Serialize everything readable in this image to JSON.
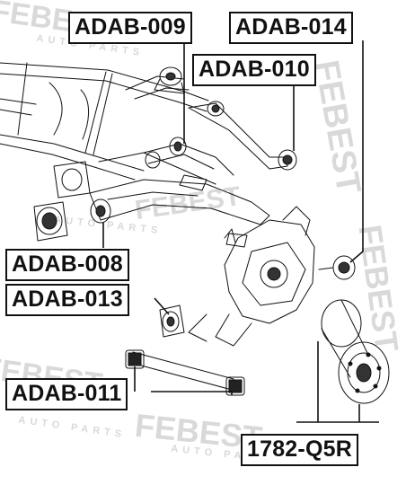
{
  "callouts": {
    "adab_009": "ADAB-009",
    "adab_014": "ADAB-014",
    "adab_010": "ADAB-010",
    "adab_008": "ADAB-008",
    "adab_013": "ADAB-013",
    "adab_011": "ADAB-011",
    "p1782_q5r": "1782-Q5R"
  },
  "watermark": {
    "brand": "FEBEST",
    "tagline": "AUTO PARTS"
  },
  "colors": {
    "line": "#111111",
    "watermark": "#aaaaaa",
    "background": "#ffffff"
  }
}
